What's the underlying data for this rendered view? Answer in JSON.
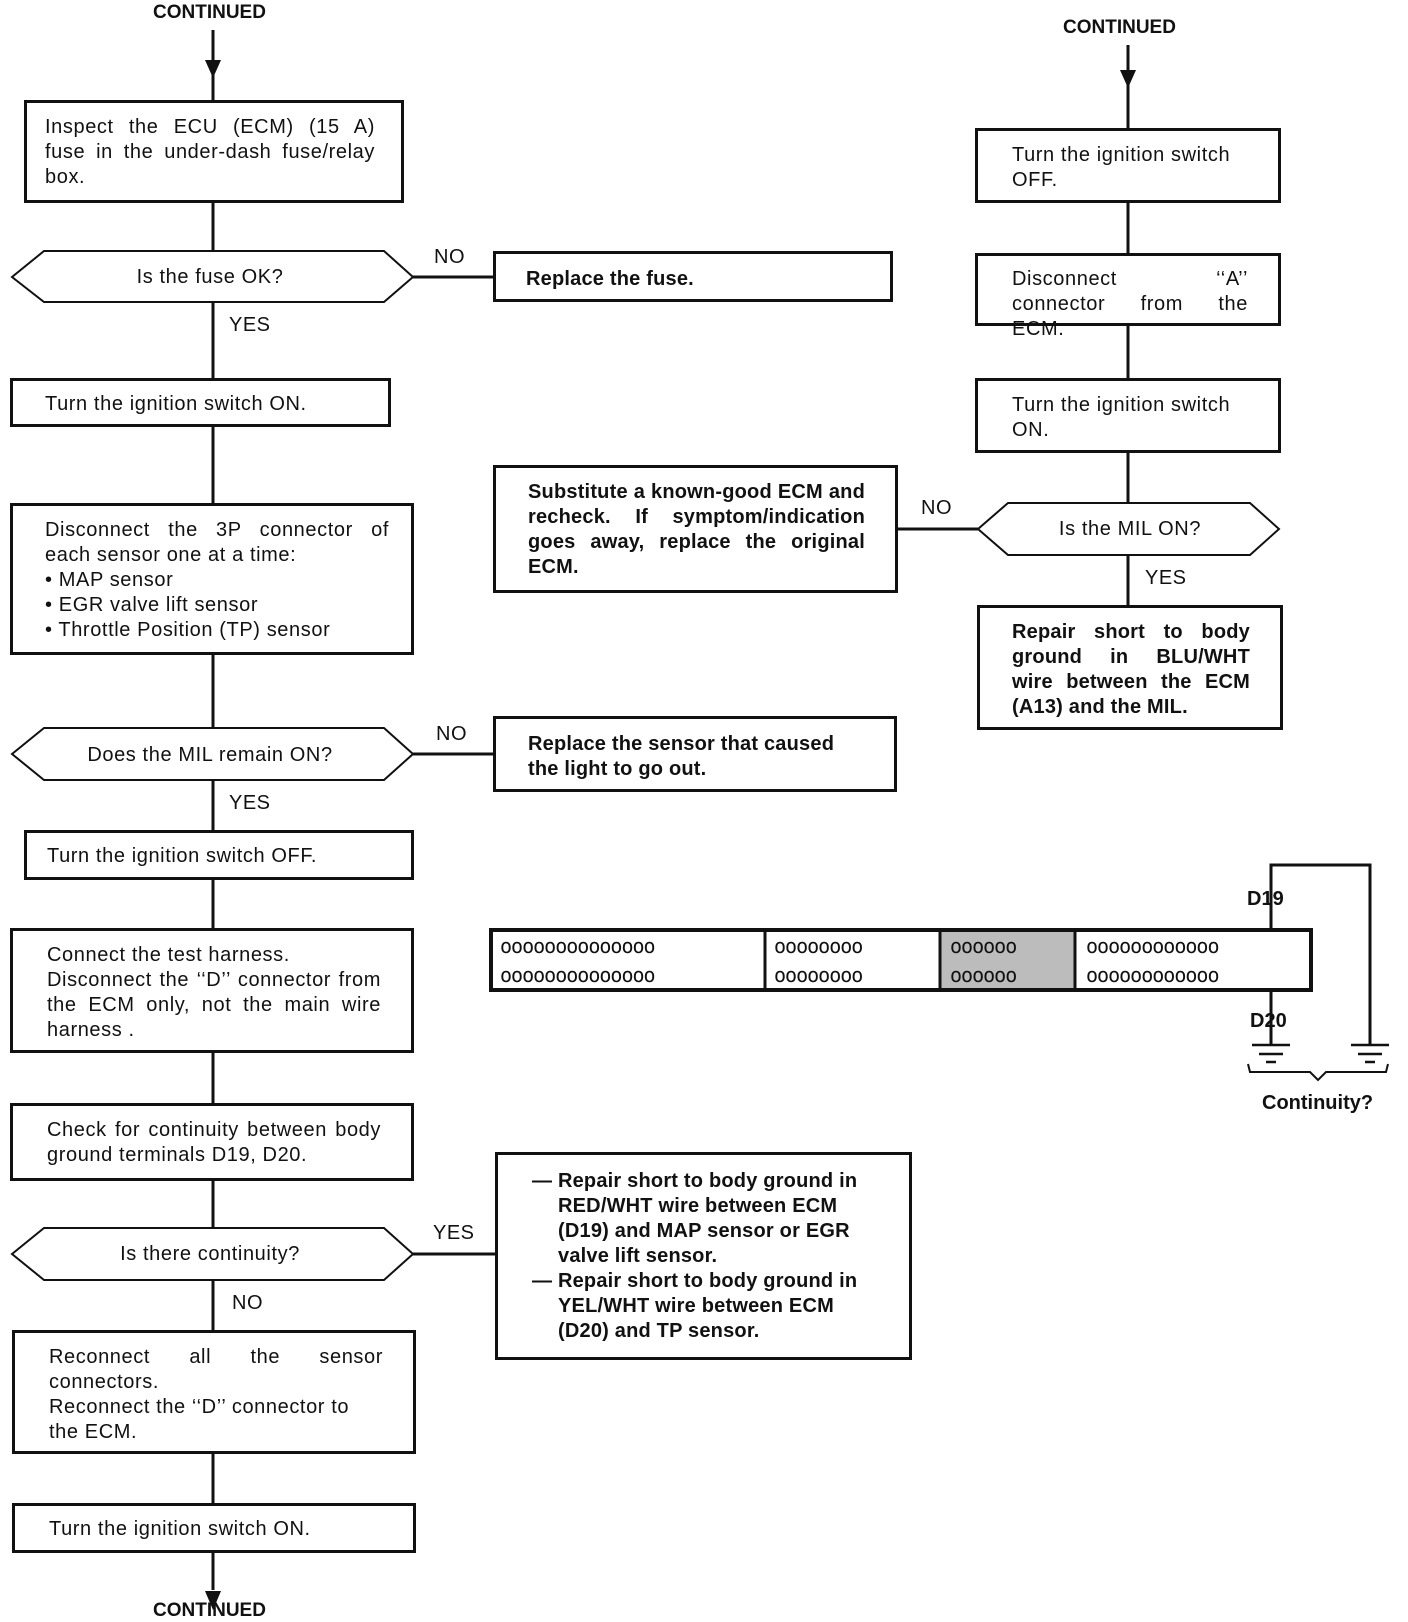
{
  "continued_top_left": "CONTINUED",
  "continued_top_right": "CONTINUED",
  "continued_bottom": "CONTINUED",
  "left": {
    "inspect_fuse": "Inspect the ECU (ECM) (15 A) fuse in the under-dash fuse/relay box.",
    "q_fuse_ok": "Is the fuse OK?",
    "no1": "NO",
    "yes1": "YES",
    "replace_fuse": "Replace the fuse.",
    "ign_on_1": "Turn the ignition switch ON.",
    "disconnect_3p": "Disconnect the 3P connector of each sensor one at a time:",
    "bullets": [
      "• MAP sensor",
      "• EGR valve lift sensor",
      "• Throttle Position (TP) sensor"
    ],
    "q_mil_remain": "Does the MIL remain ON?",
    "no2": "NO",
    "yes2": "YES",
    "replace_sensor": "Replace the sensor that caused the light to go out.",
    "ign_off": "Turn the ignition switch OFF.",
    "connect_harness_1": "Connect the test harness.",
    "connect_harness_2": "Disconnect the ‘‘D’’ connector from the ECM only, not the main wire harness .",
    "check_continuity": "Check for continuity between body ground terminals D19, D20.",
    "q_continuity": "Is there continuity?",
    "yes3": "YES",
    "no3": "NO",
    "repair_1": "— Repair short to body ground in RED/WHT wire between ECM (D19) and MAP sensor or EGR valve lift sensor.",
    "repair_2": "— Repair short to body ground in YEL/WHT wire between ECM (D20) and TP sensor.",
    "reconnect_1": "Reconnect all the sensor connectors.",
    "reconnect_2": "Reconnect the ‘‘D’’ connector to the ECM.",
    "ign_on_2": "Turn the ignition switch ON."
  },
  "right": {
    "ign_off": "Turn the ignition switch OFF.",
    "disconnect_a": "Disconnect ‘‘A’’ connector from the ECM.",
    "ign_on": "Turn the ignition switch ON.",
    "q_mil_on": "Is the MIL ON?",
    "no": "NO",
    "yes": "YES",
    "substitute_ecm": "Substitute a known-good ECM and recheck. If symptom/indication goes away, replace the original ECM.",
    "repair_blu": "Repair short to body ground in BLU/WHT wire between the ECM (A13) and the MIL."
  },
  "connector": {
    "d19": "D19",
    "d20": "D20",
    "continuity": "Continuity?",
    "seg1": "oooooooooooooo",
    "seg2": "oooooooo",
    "seg3": "oooooo",
    "seg4": "oooooooooooo"
  }
}
